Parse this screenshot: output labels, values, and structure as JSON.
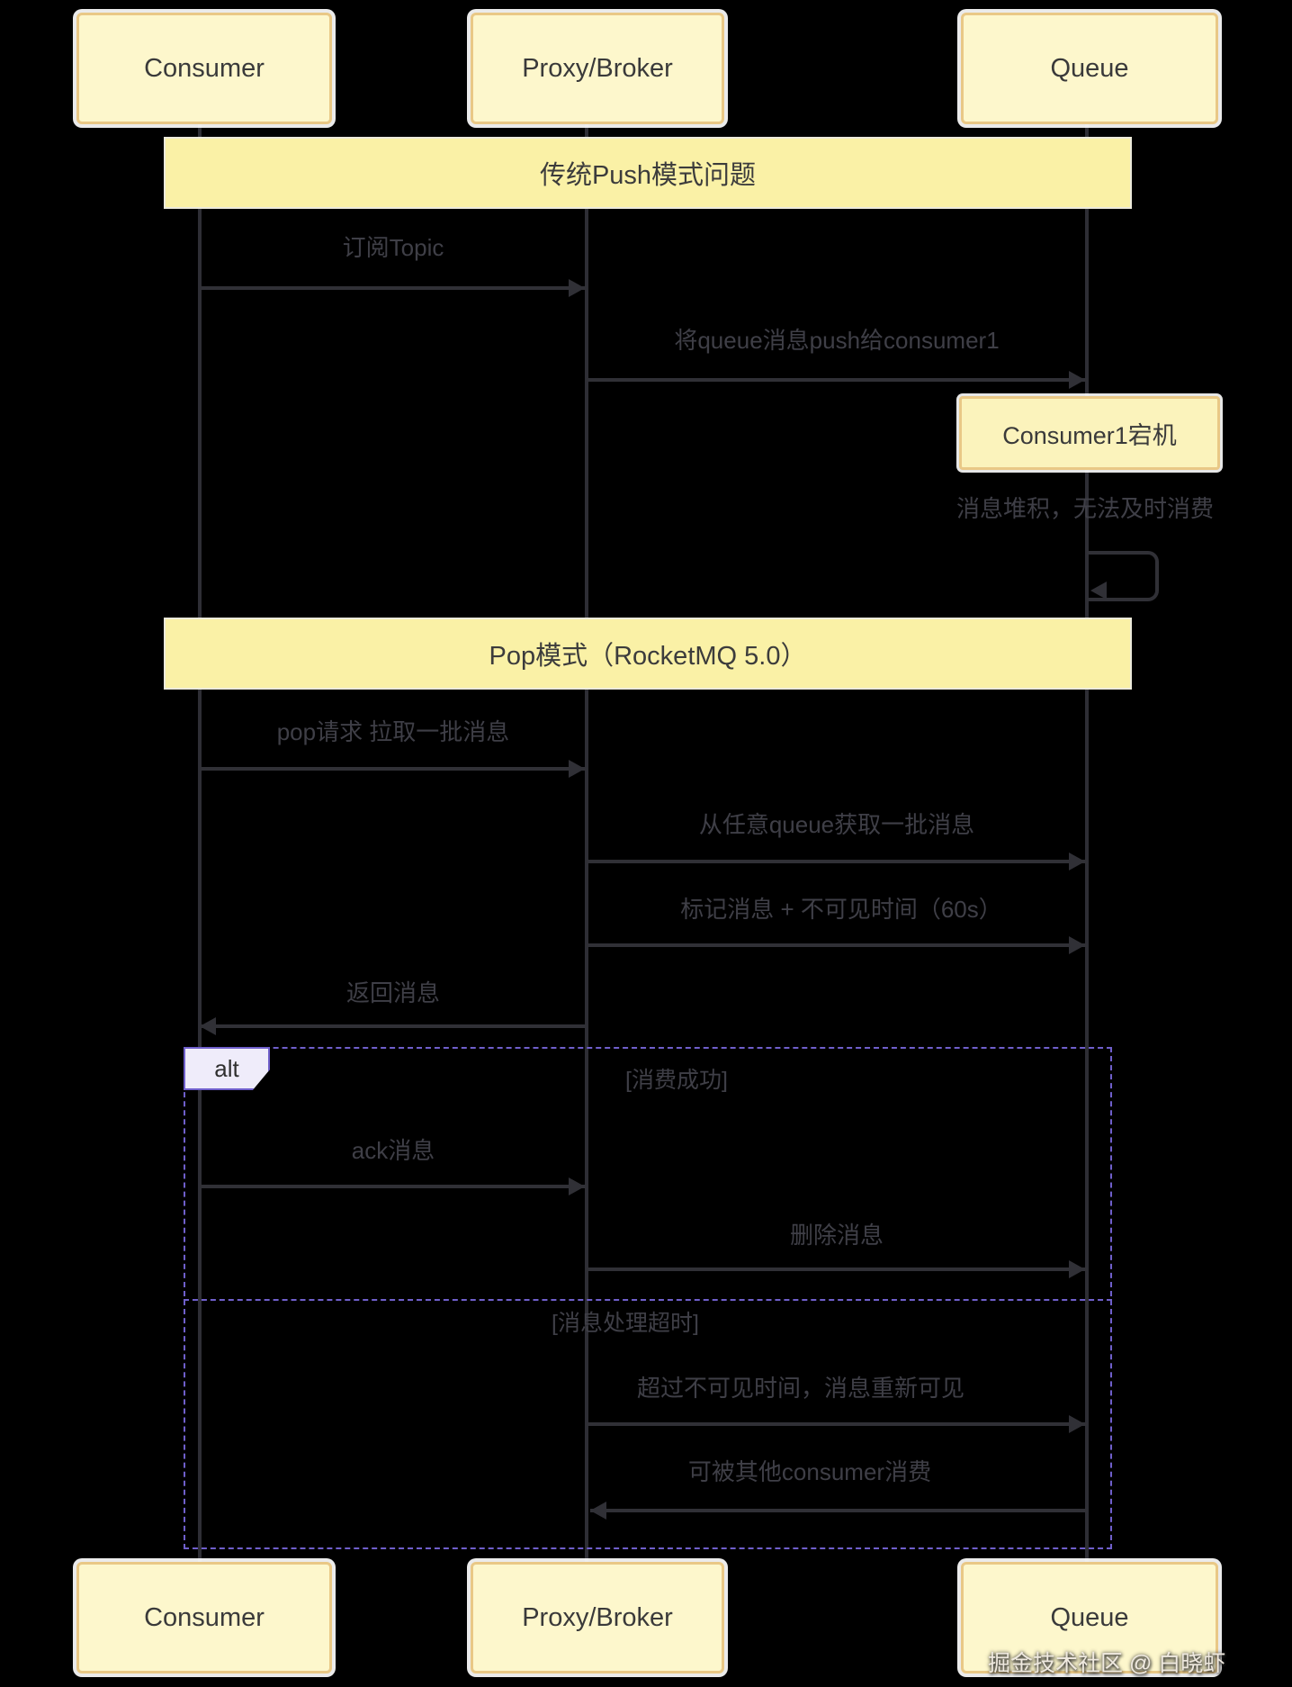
{
  "colors": {
    "background": "#000000",
    "box_fill": "#FDF7CC",
    "box_border": "#E9C886",
    "banner_fill": "#FAF1A6",
    "note_fill": "#FBF3BC",
    "line": "#303036",
    "label_text": "#3F3F47",
    "box_text": "#3A3A3A",
    "alt_border": "#6F5FCB",
    "alt_label_fill": "#EFECFA"
  },
  "actors_top": [
    "Consumer",
    "Proxy/Broker",
    "Queue"
  ],
  "actors_bottom": [
    "Consumer",
    "Proxy/Broker",
    "Queue"
  ],
  "sections": [
    {
      "title": "传统Push模式问题"
    },
    {
      "title": "Pop模式（RocketMQ 5.0）"
    }
  ],
  "note": {
    "text": "Consumer1宕机"
  },
  "messages": [
    {
      "id": "m1",
      "from": "Consumer",
      "to": "Proxy/Broker",
      "label": "订阅Topic"
    },
    {
      "id": "m2",
      "from": "Proxy/Broker",
      "to": "Queue",
      "label": "将queue消息push给consumer1"
    },
    {
      "id": "m3",
      "from": "Queue",
      "to": "Queue",
      "label": "消息堆积，无法及时消费"
    },
    {
      "id": "m4",
      "from": "Consumer",
      "to": "Proxy/Broker",
      "label": "pop请求 拉取一批消息"
    },
    {
      "id": "m5",
      "from": "Proxy/Broker",
      "to": "Queue",
      "label": "从任意queue获取一批消息"
    },
    {
      "id": "m6",
      "from": "Proxy/Broker",
      "to": "Queue",
      "label": "标记消息 + 不可见时间（60s）"
    },
    {
      "id": "m7",
      "from": "Proxy/Broker",
      "to": "Consumer",
      "label": "返回消息"
    },
    {
      "id": "m8",
      "from": "Consumer",
      "to": "Proxy/Broker",
      "label": "ack消息"
    },
    {
      "id": "m9",
      "from": "Proxy/Broker",
      "to": "Queue",
      "label": "删除消息"
    },
    {
      "id": "m10",
      "from": "Proxy/Broker",
      "to": "Queue",
      "label": "超过不可见时间，消息重新可见"
    },
    {
      "id": "m11",
      "from": "Queue",
      "to": "Proxy/Broker",
      "label": "可被其他consumer消费"
    }
  ],
  "alt": {
    "keyword": "alt",
    "guard_success": "[消费成功]",
    "guard_timeout": "[消息处理超时]"
  },
  "watermark": "掘金技术社区 @ 白晓虾"
}
